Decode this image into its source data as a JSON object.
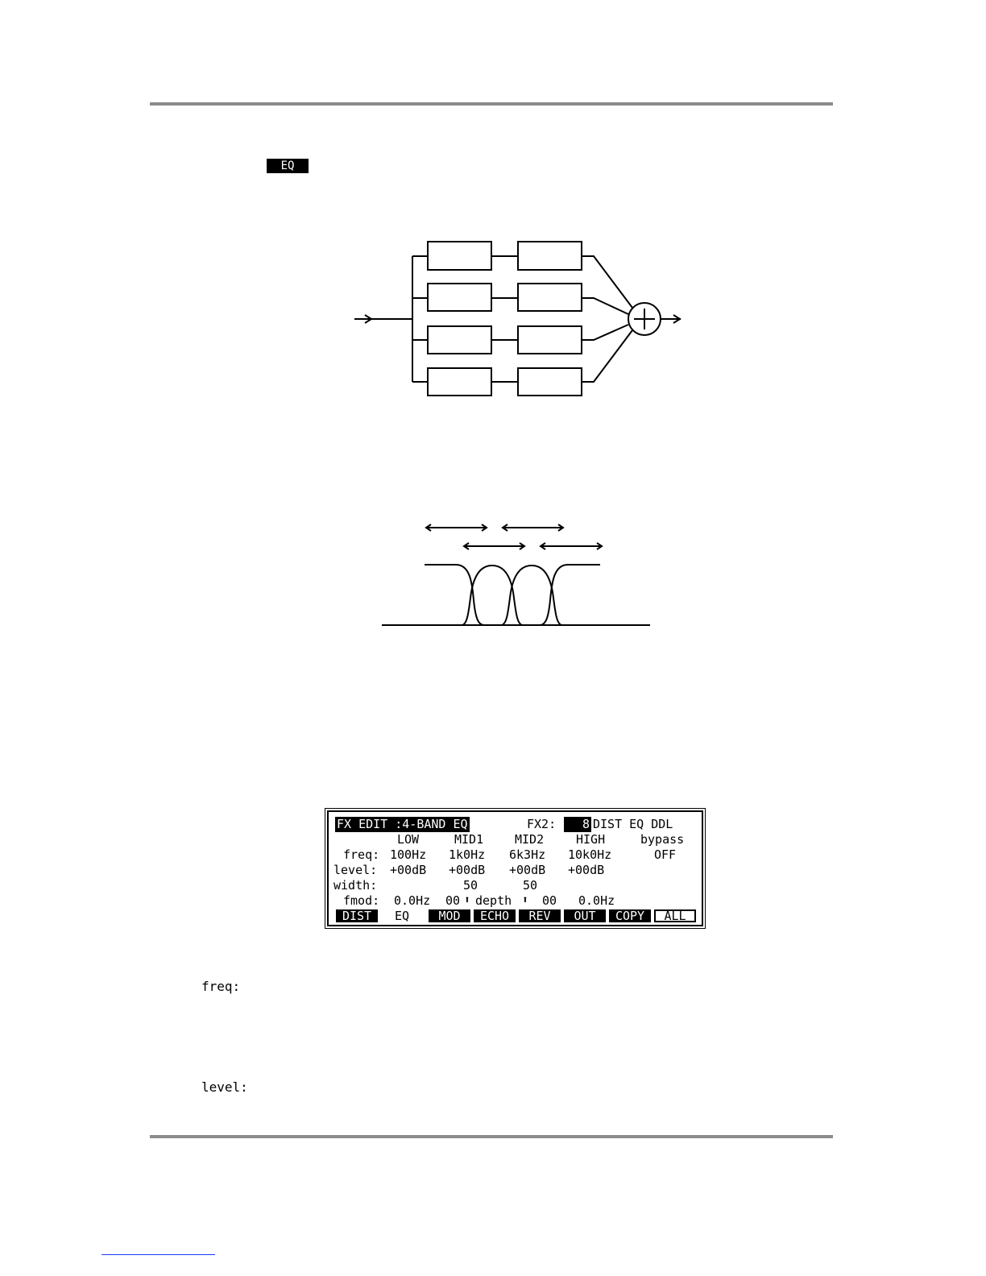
{
  "section_tag": "EQ",
  "lcd": {
    "title": "FX EDIT :4-BAND EQ",
    "fx_label": "FX2:",
    "fx_number": "8",
    "chain": "DIST EQ DDL",
    "columns": [
      "LOW",
      "MID1",
      "MID2",
      "HIGH",
      "bypass"
    ],
    "freq_label": "freq:",
    "freq_values": [
      "100Hz",
      "1k0Hz",
      "6k3Hz",
      "10k0Hz",
      "OFF"
    ],
    "level_label": "level:",
    "level_values": [
      "+00dB",
      "+00dB",
      "+00dB",
      "+00dB"
    ],
    "width_label": "width:",
    "width_values": [
      "50",
      "50"
    ],
    "fmod_label": "fmod:",
    "fmod_left": "0.0Hz",
    "fmod_mid1": "00",
    "fmod_depth": "depth",
    "fmod_mid2": "00",
    "fmod_right": "0.0Hz",
    "up_arrow": "⬆",
    "softkeys": [
      "DIST",
      "EQ",
      "MOD",
      "ECHO",
      "REV",
      "OUT",
      "COPY",
      "ALL"
    ]
  },
  "params": [
    "freq:",
    "level:"
  ]
}
